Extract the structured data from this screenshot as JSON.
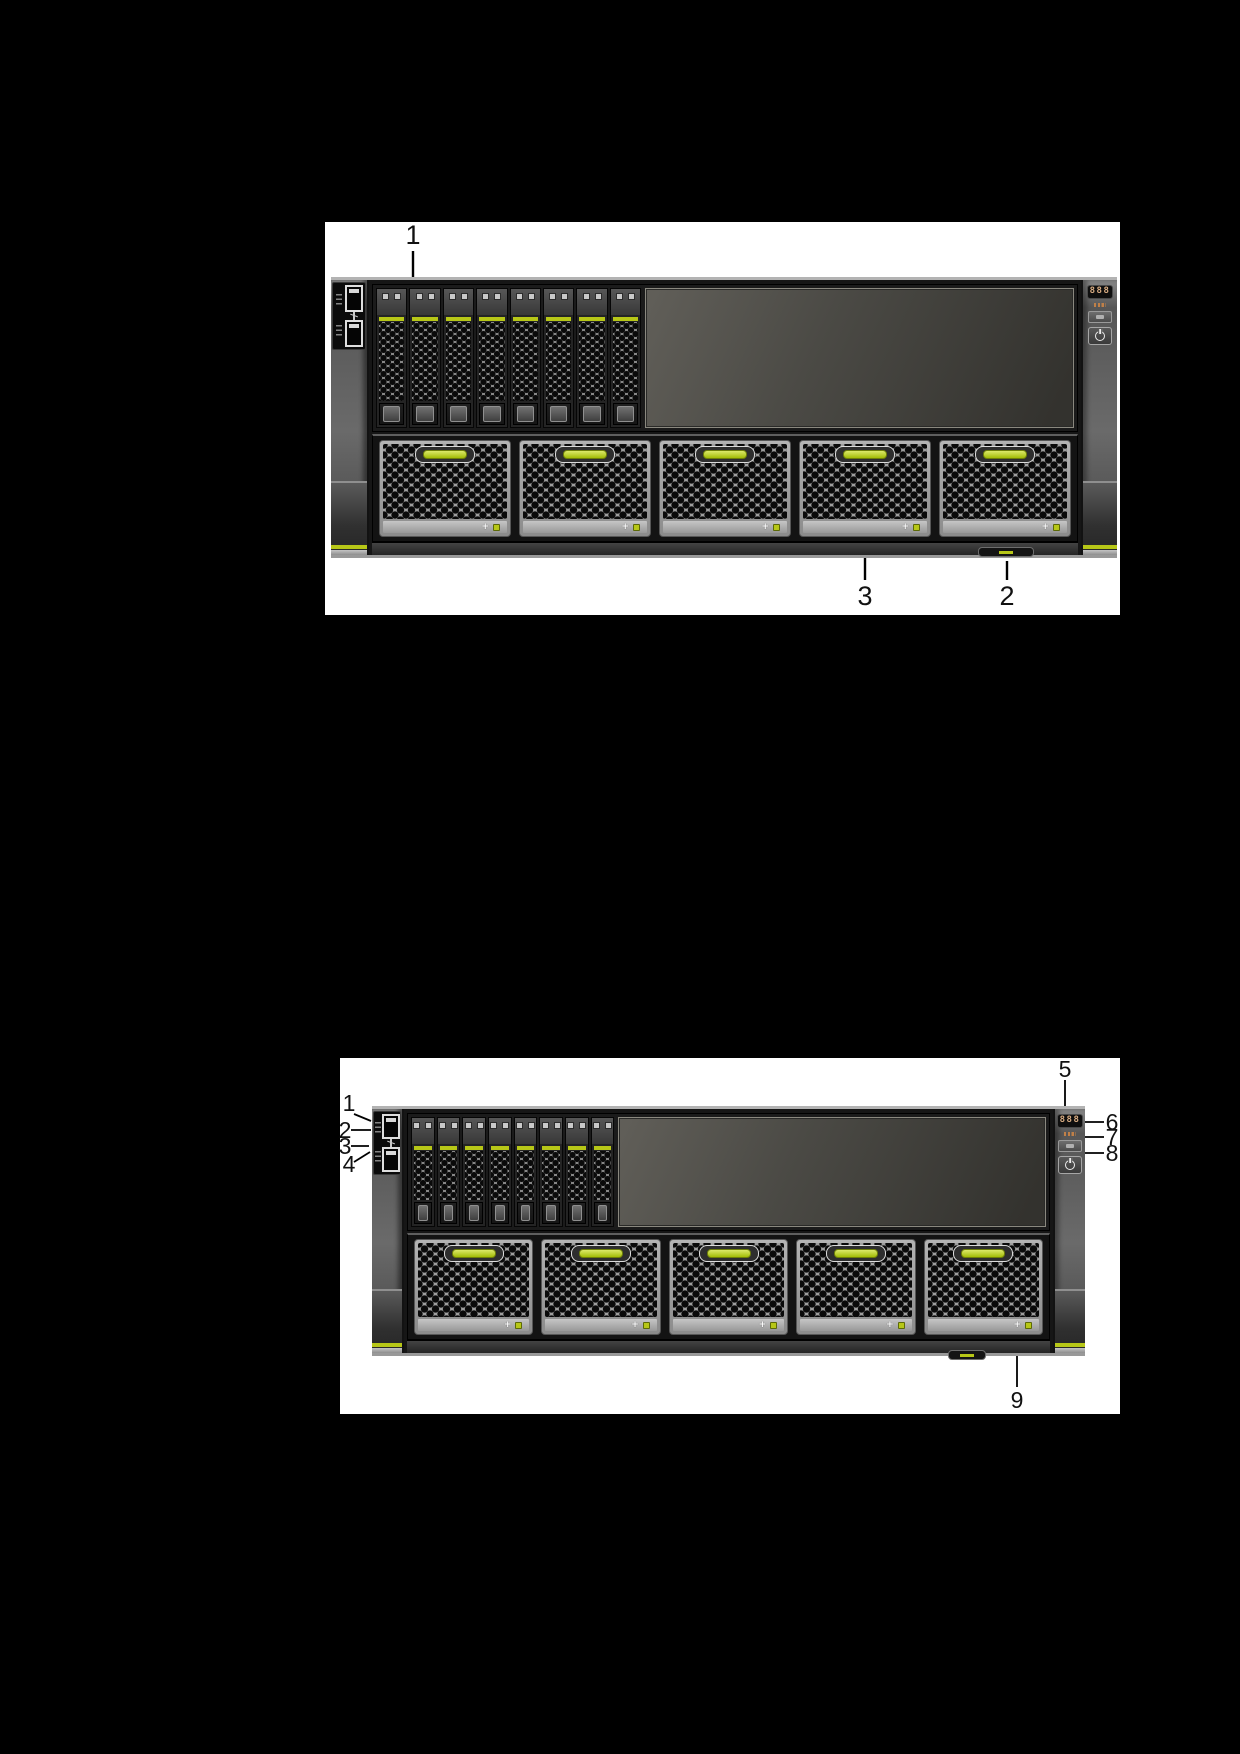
{
  "figures": [
    {
      "name": "server-front-view-1",
      "callouts": [
        {
          "label": "1"
        },
        {
          "label": "2"
        },
        {
          "label": "3"
        }
      ]
    },
    {
      "name": "server-front-view-2",
      "callouts": [
        {
          "label": "1"
        },
        {
          "label": "2"
        },
        {
          "label": "3"
        },
        {
          "label": "4"
        },
        {
          "label": "5"
        },
        {
          "label": "6"
        },
        {
          "label": "7"
        },
        {
          "label": "8"
        },
        {
          "label": "9"
        }
      ]
    }
  ],
  "server": {
    "status_display": "888",
    "drive_bay_count": 8,
    "fan_count": 5,
    "usb_port_count": 2
  },
  "colors": {
    "accent_green": "#b7c717",
    "display_amber": "#d9ad83",
    "chassis_dark": "#3c3c3c",
    "figure_background": "#ffffff",
    "page_background": "#000000"
  }
}
